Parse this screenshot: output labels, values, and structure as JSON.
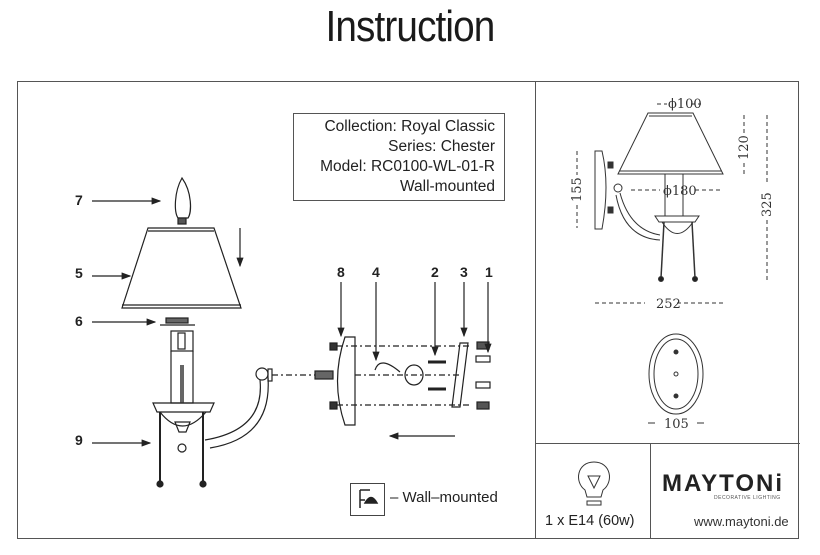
{
  "title": "Instruction",
  "product_info": {
    "collection": "Collection: Royal Classic",
    "series": "Series: Chester",
    "model": "Model: RC0100-WL-01-R",
    "mounting": "Wall-mounted"
  },
  "callouts": {
    "c1": "1",
    "c2": "2",
    "c3": "3",
    "c4": "4",
    "c5": "5",
    "c6": "6",
    "c7": "7",
    "c8": "8",
    "c9": "9"
  },
  "legend": {
    "icon": "wall-mount-icon",
    "text": "– Wall–mounted"
  },
  "dimensions": {
    "top_diameter": "ϕ100",
    "bottom_diameter": "ϕ180",
    "shade_height": "120",
    "total_height": "325",
    "backplate_height": "155",
    "depth": "252",
    "backplate_width": "105"
  },
  "bulb": {
    "icon": "light-bulb-icon",
    "spec": "1 x E14 (60w)"
  },
  "brand": {
    "name": "MAYTONi",
    "tagline": "DECORATIVE LIGHTING",
    "website": "www.maytoni.de"
  }
}
